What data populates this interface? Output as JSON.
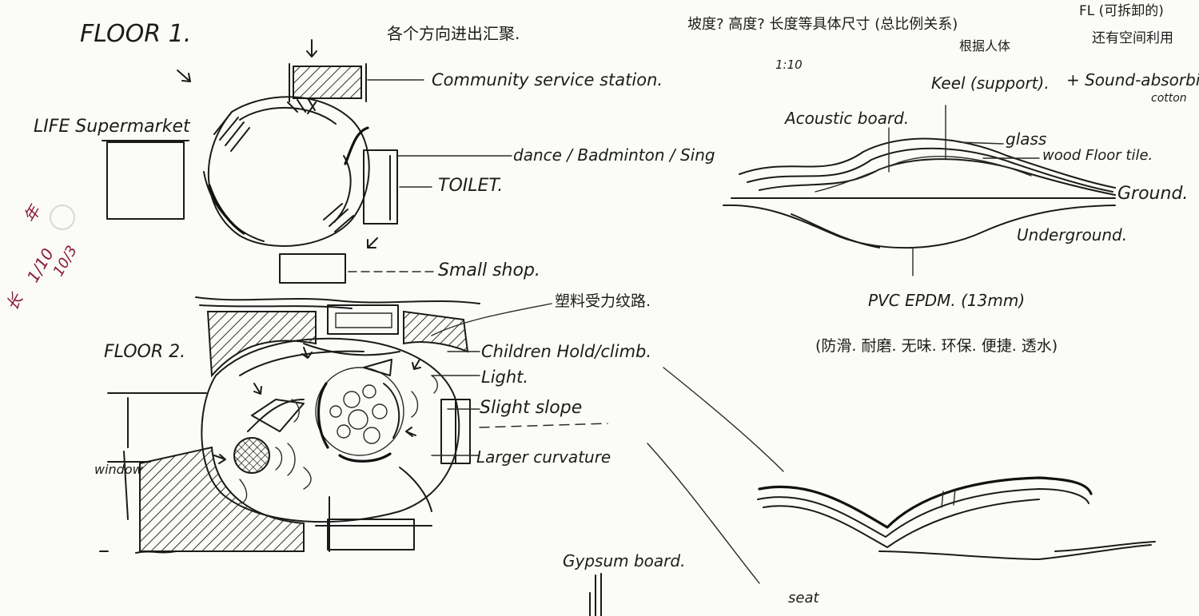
{
  "floor1": {
    "title": "FLOOR 1.",
    "note_cn": "各个方向进出汇聚.",
    "labels": {
      "community": "Community service station.",
      "supermarket": "LIFE Supermarket",
      "dance": "dance / Badminton / Sing",
      "toilet": "TOILET.",
      "small_shop": "Small shop."
    }
  },
  "floor2": {
    "title": "FLOOR 2.",
    "note_cn": "塑料受力纹路.",
    "labels": {
      "children": "Children Hold/climb.",
      "light": "Light.",
      "slope": "Slight slope",
      "curvature": "Larger curvature",
      "window": "window"
    }
  },
  "margin_notes": {
    "a": "年",
    "b": "1/10",
    "c": "10/3",
    "d": "长"
  },
  "section": {
    "top_note_cn": "坡度? 高度? 长度等具体尺寸 (总比例关系)",
    "top_note_cn2": "根据人体",
    "top_right_cn": "FL (可拆卸的)",
    "top_right_cn2": "还有空间利用",
    "scale": "1:10",
    "labels": {
      "keel": "Keel (support).",
      "sound": "+ Sound-absorbing",
      "cotton": "cotton",
      "acoustic": "Acoustic board.",
      "glass": "glass",
      "floor_tile": "wood Floor tile.",
      "ground": "Ground.",
      "underground": "Underground."
    },
    "material": "PVC EPDM. (13mm)",
    "properties_cn": "(防滑. 耐磨. 无味. 环保. 便捷. 透水)"
  },
  "bottom": {
    "gypsum": "Gypsum board.",
    "seat": "seat"
  }
}
